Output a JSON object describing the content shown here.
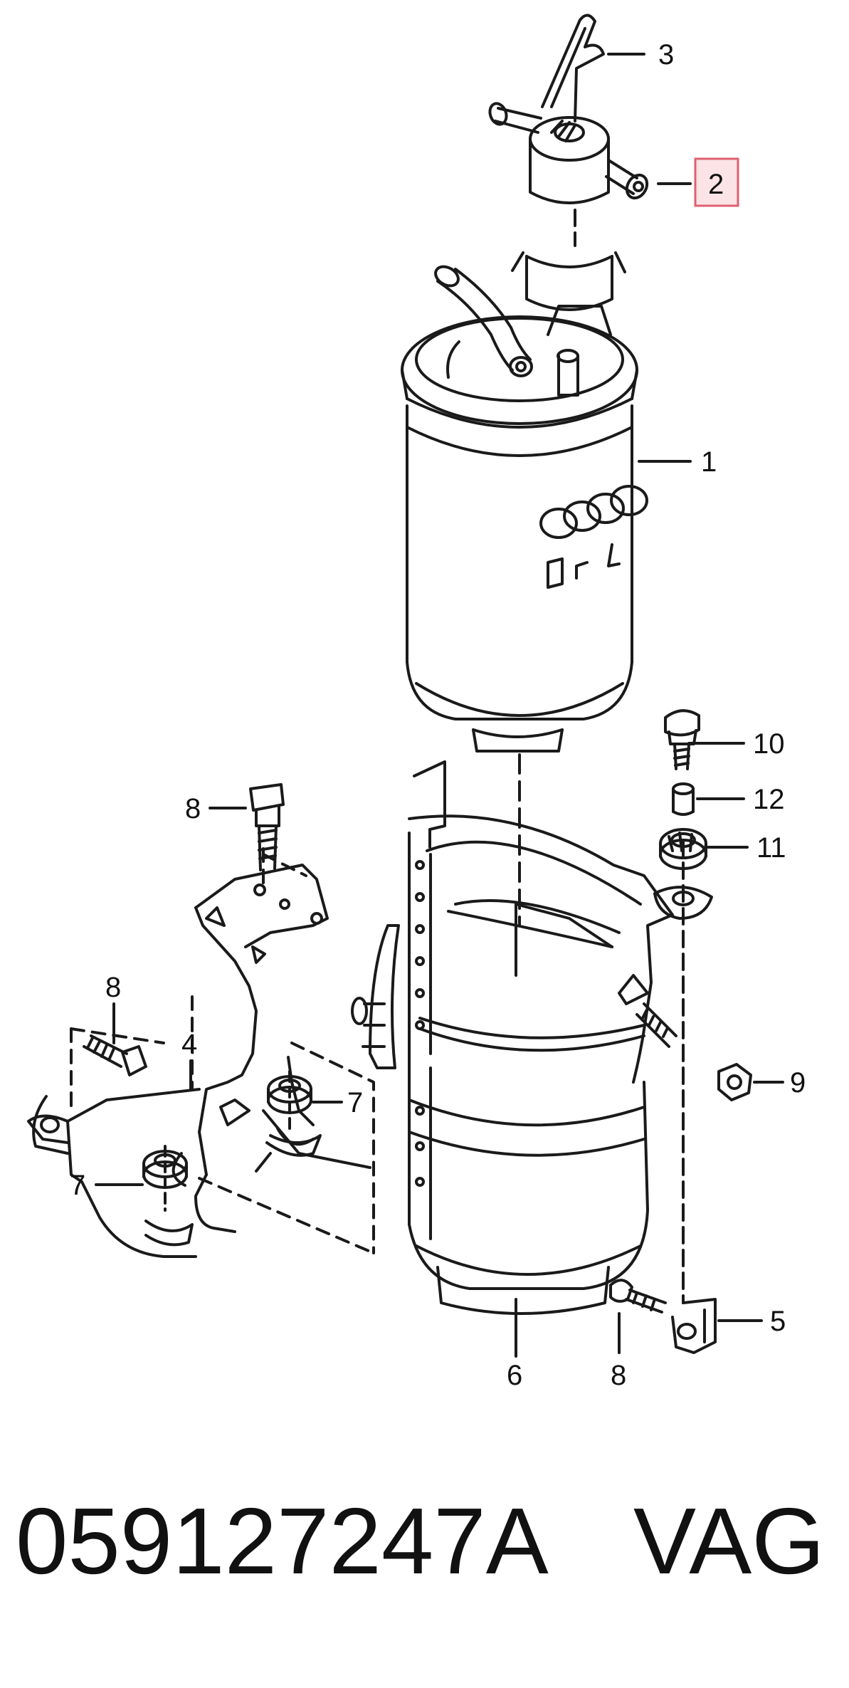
{
  "callouts": {
    "c1": "1",
    "c2": "2",
    "c3": "3",
    "c4": "4",
    "c5": "5",
    "c6": "6",
    "c7a": "7",
    "c7b": "7",
    "c8a": "8",
    "c8b": "8",
    "c8c": "8",
    "c9": "9",
    "c10": "10",
    "c11": "11",
    "c12": "12"
  },
  "highlighted_callout": "2",
  "footer": {
    "part_number": "059127247A",
    "brand": "VAG"
  },
  "colors": {
    "line": "#1a1a1a",
    "highlight_box": "#e06070",
    "highlight_fill": "#fbe3e6"
  },
  "logo_rings": 4
}
